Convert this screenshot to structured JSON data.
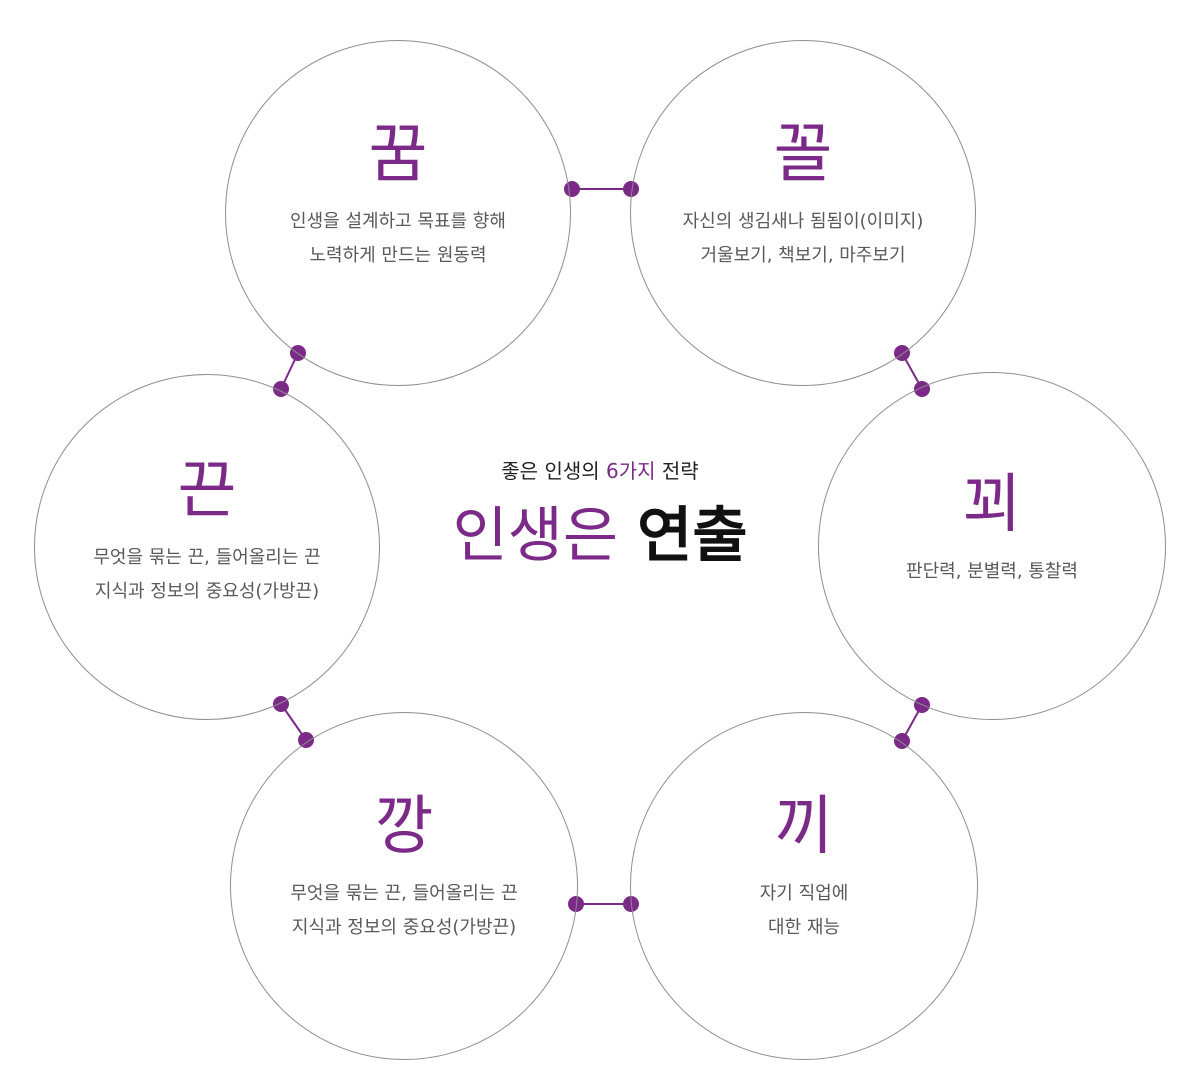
{
  "center": {
    "subtitle_prefix": "좋은 인생의",
    "subtitle_accent": "6가지",
    "subtitle_suffix": "전략",
    "title_light": "인생은",
    "title_bold": "연출"
  },
  "circles": [
    {
      "id": "dream",
      "char": "꿈",
      "lines": [
        "인생을 설계하고 목표를 향해",
        "노력하게 만드는 원동력"
      ]
    },
    {
      "id": "look",
      "char": "꼴",
      "lines": [
        "자신의 생김새나 됨됨이(이미지)",
        "거울보기, 책보기, 마주보기"
      ]
    },
    {
      "id": "wit",
      "char": "꾀",
      "lines": [
        "판단력, 분별력, 통찰력"
      ]
    },
    {
      "id": "talent",
      "char": "끼",
      "lines": [
        "자기 직업에",
        "대한 재능"
      ]
    },
    {
      "id": "guts",
      "char": "깡",
      "lines": [
        "무엇을 묶는 끈, 들어올리는 끈",
        "지식과 정보의 중요성(가방끈)"
      ]
    },
    {
      "id": "string",
      "char": "끈",
      "lines": [
        "무엇을 묶는 끈, 들어올리는 끈",
        "지식과 정보의 중요성(가방끈)"
      ]
    }
  ],
  "colors": {
    "accent": "#7b2a87",
    "circle_border": "#8e8e8e",
    "text": "#595959",
    "title_dark": "#111111"
  }
}
